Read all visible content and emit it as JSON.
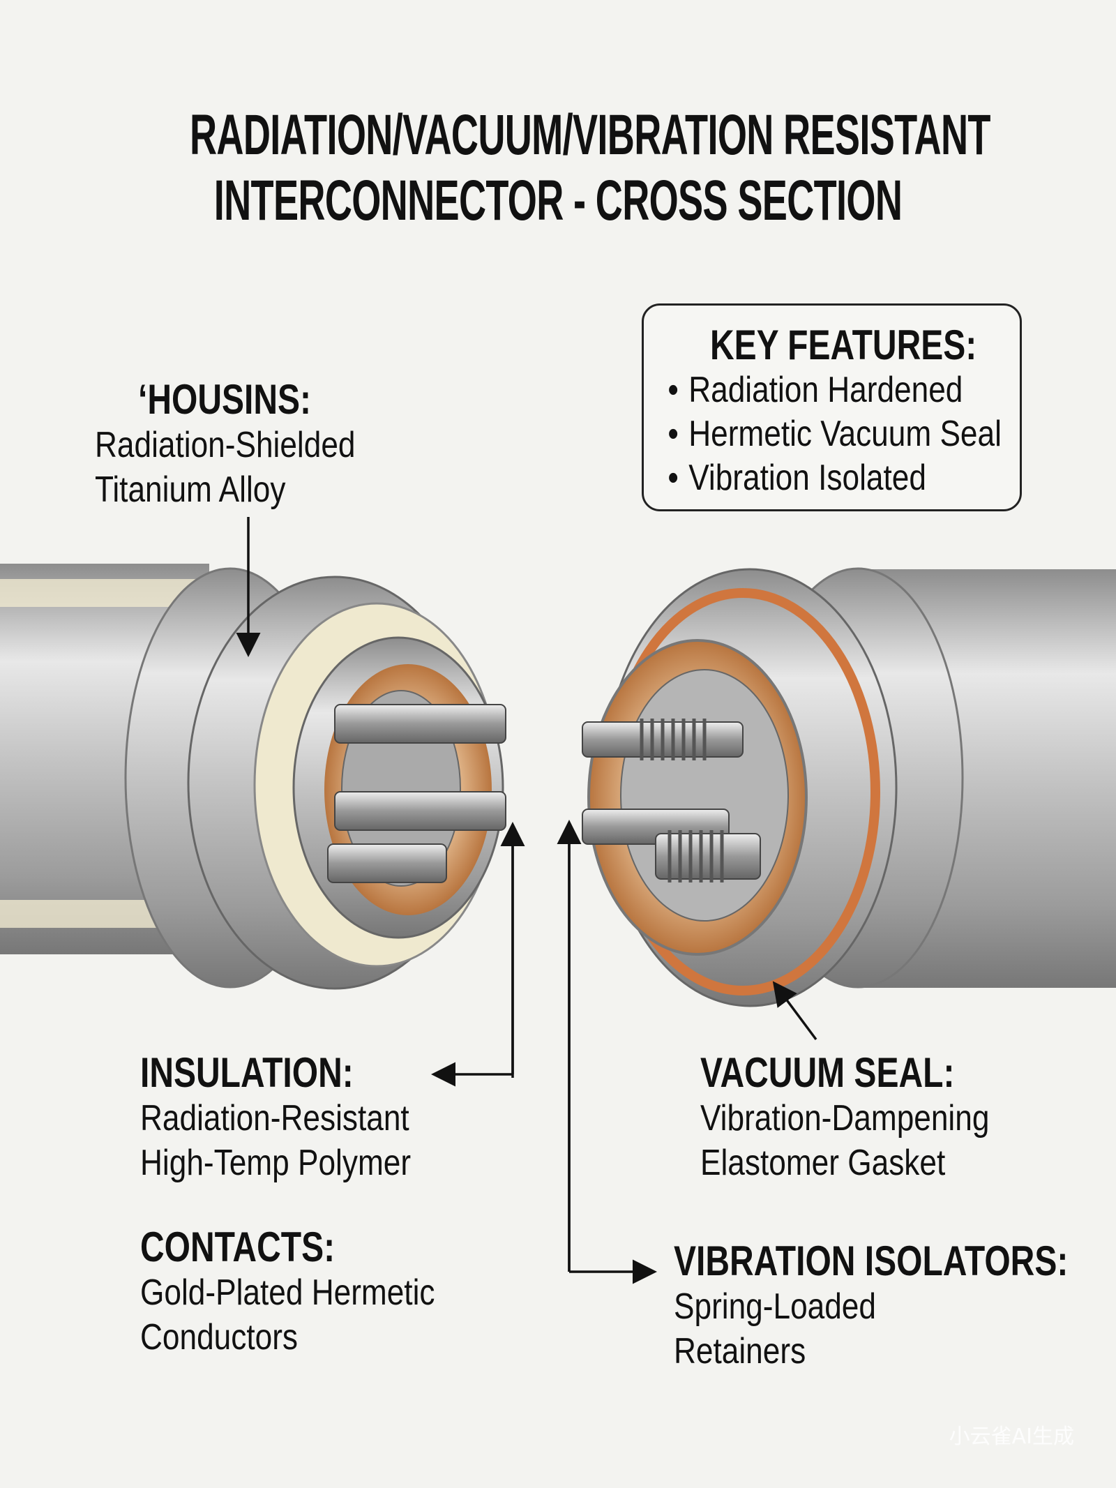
{
  "title": {
    "line1": "RADIATION/VACUUM/VIBRATION RESISTANT",
    "line2": "INTERCONNECTOR - CROSS SECTION"
  },
  "key_features": {
    "heading": "KEY FEATURES:",
    "items": [
      "Radiation Hardened",
      "Hermetic Vacuum Seal",
      "Vibration Isolated"
    ]
  },
  "labels": {
    "housing": {
      "heading": "‘HOUSINS:",
      "lines": [
        "Radiation-Shielded",
        "Titanium Alloy"
      ]
    },
    "insulation": {
      "heading": "INSULATION:",
      "lines": [
        "Radiation-Resistant",
        "High-Temp Polymer"
      ]
    },
    "contacts": {
      "heading": "CONTACTS:",
      "lines": [
        "Gold-Plated Hermetic",
        "Conductors"
      ]
    },
    "vacuum_seal": {
      "heading": "VACUUM SEAL:",
      "lines": [
        "Vibration-Dampening",
        "Elastomer Gasket"
      ]
    },
    "vibration_isolators": {
      "heading": "VIBRATION ISOLATORS:",
      "lines": [
        "Spring-Loaded",
        "Retainers"
      ]
    }
  },
  "watermark": "小云雀AI生成",
  "colors": {
    "background": "#f3f3f0",
    "metal": "#b8b8b8",
    "copper": "#c98a55",
    "insulation": "#efe9cf",
    "seal": "#d0763e"
  }
}
